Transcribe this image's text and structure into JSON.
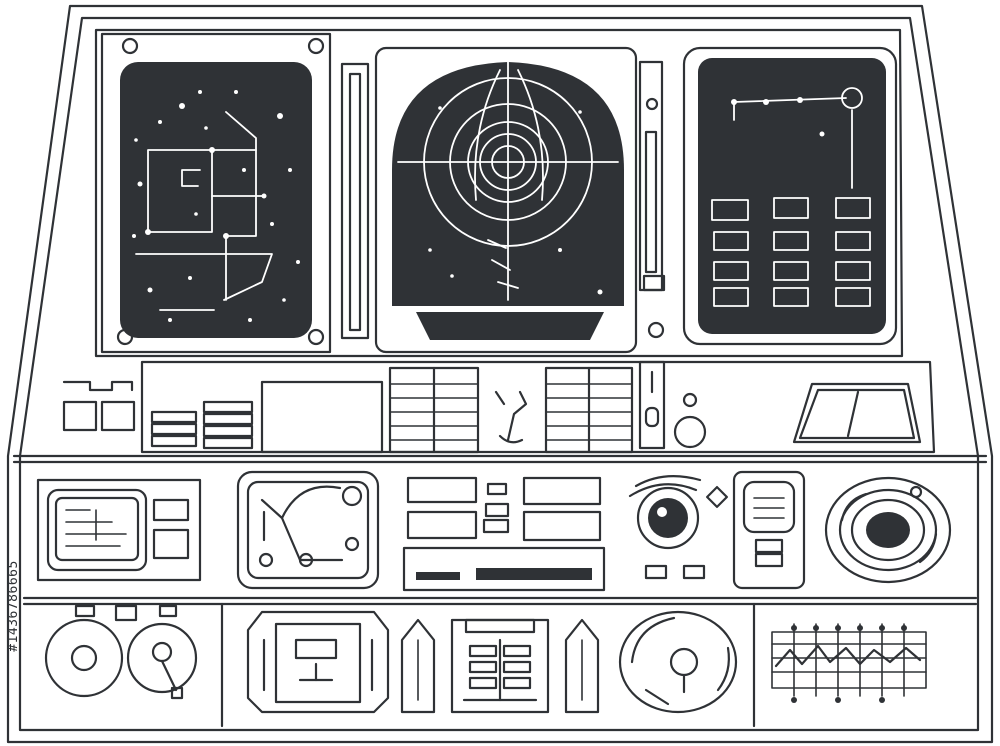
{
  "side_label": "#1436786665",
  "colors": {
    "ink": "#2f3236",
    "paper": "#ffffff"
  },
  "modules": {
    "left_screen": "star-map-screen",
    "center_screen": "radar-scope",
    "right_screen": "grid-status-screen",
    "rotary_dial": "rotary-dial-knob",
    "eye_gauge": "lens-gauge",
    "tape_reels": "tape-reels",
    "circuit_pad": "circuit-pad",
    "waveform_grid": "waveform-grid"
  }
}
